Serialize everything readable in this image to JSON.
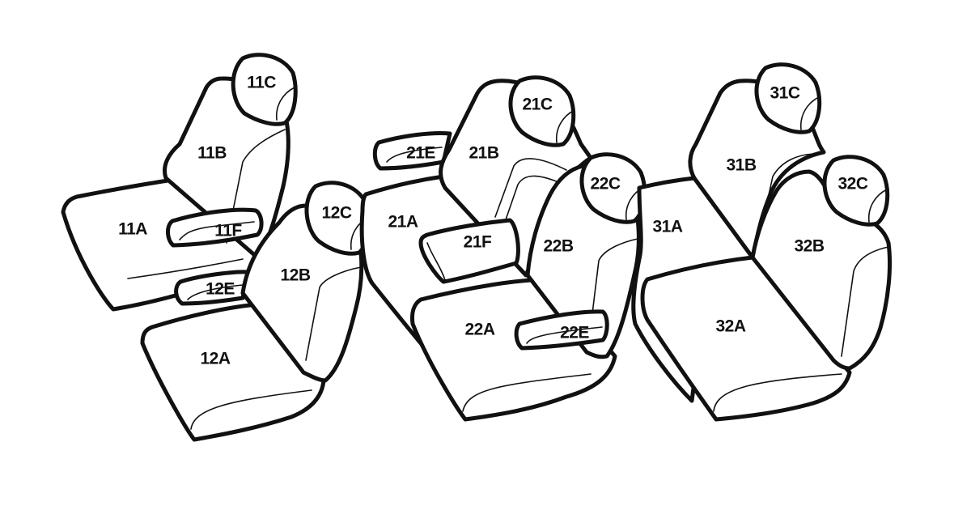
{
  "diagram": {
    "labels": {
      "s11C": "11C",
      "s11B": "11B",
      "s11A": "11A",
      "s11F": "11F",
      "s12C": "12C",
      "s12B": "12B",
      "s12A": "12A",
      "s12E": "12E",
      "s21C": "21C",
      "s21B": "21B",
      "s21A": "21A",
      "s21E": "21E",
      "s21F": "21F",
      "s22C": "22C",
      "s22B": "22B",
      "s22A": "22A",
      "s22E": "22E",
      "s31C": "31C",
      "s31B": "31B",
      "s31A": "31A",
      "s32C": "32C",
      "s32B": "32B",
      "s32A": "32A"
    }
  }
}
